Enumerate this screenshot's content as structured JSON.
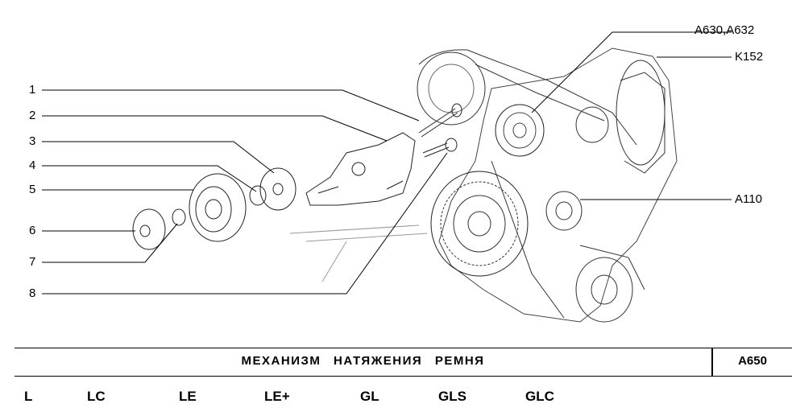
{
  "diagram": {
    "callouts": [
      "1",
      "2",
      "3",
      "4",
      "5",
      "6",
      "7",
      "8"
    ],
    "references": {
      "top": "A630,A632",
      "upper_right": "K152",
      "right": "A110"
    }
  },
  "title_block": {
    "title": "МЕХАНИЗМ НАТЯЖЕНИЯ РЕМНЯ",
    "code": "A650"
  },
  "models": [
    "L",
    "LC",
    "LE",
    "LE+",
    "GL",
    "GLS",
    "GLC"
  ]
}
